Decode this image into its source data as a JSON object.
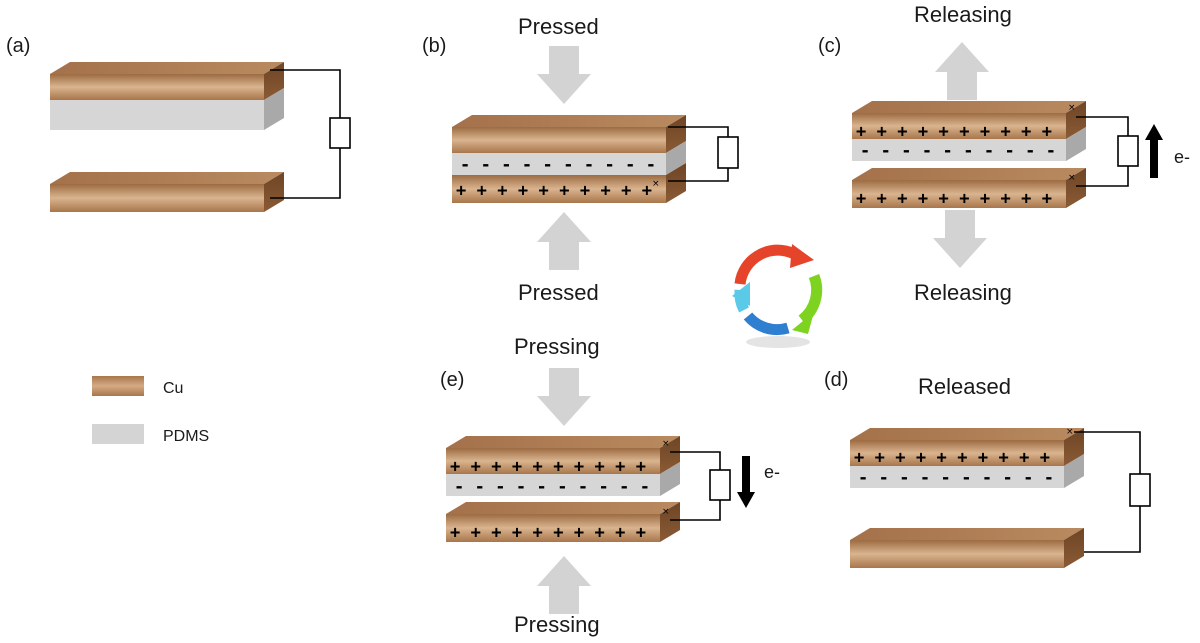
{
  "panels": {
    "a": {
      "label": "(a)"
    },
    "b": {
      "label": "(b)",
      "top_text": "Pressed",
      "bottom_text": "Pressed"
    },
    "c": {
      "label": "(c)",
      "top_text": "Releasing",
      "bottom_text": "Releasing",
      "electron": "e-"
    },
    "d": {
      "label": "(d)",
      "top_text": "Released"
    },
    "e": {
      "label": "(e)",
      "top_text": "Pressing",
      "bottom_text": "Pressing",
      "electron": "e-"
    }
  },
  "legend": {
    "cu": {
      "label": "Cu",
      "color": "#b8895f"
    },
    "pdms": {
      "label": "PDMS",
      "color": "#d4d4d4"
    }
  },
  "charges": {
    "plus_row": "+ + + + + + + + + +",
    "minus_row": "- - - - - - - - - -",
    "edge_mark": "×"
  },
  "colors": {
    "cu_light": "#d9b48f",
    "cu_dark": "#9c6b42",
    "cu_side": "#7a5130",
    "pdms_front": "#d6d6d6",
    "pdms_top": "#e6e6e6",
    "pdms_side": "#a9a9a9",
    "arrow_gray": "#d3d3d3"
  },
  "cycle_icon": "cycle-arrows-icon"
}
